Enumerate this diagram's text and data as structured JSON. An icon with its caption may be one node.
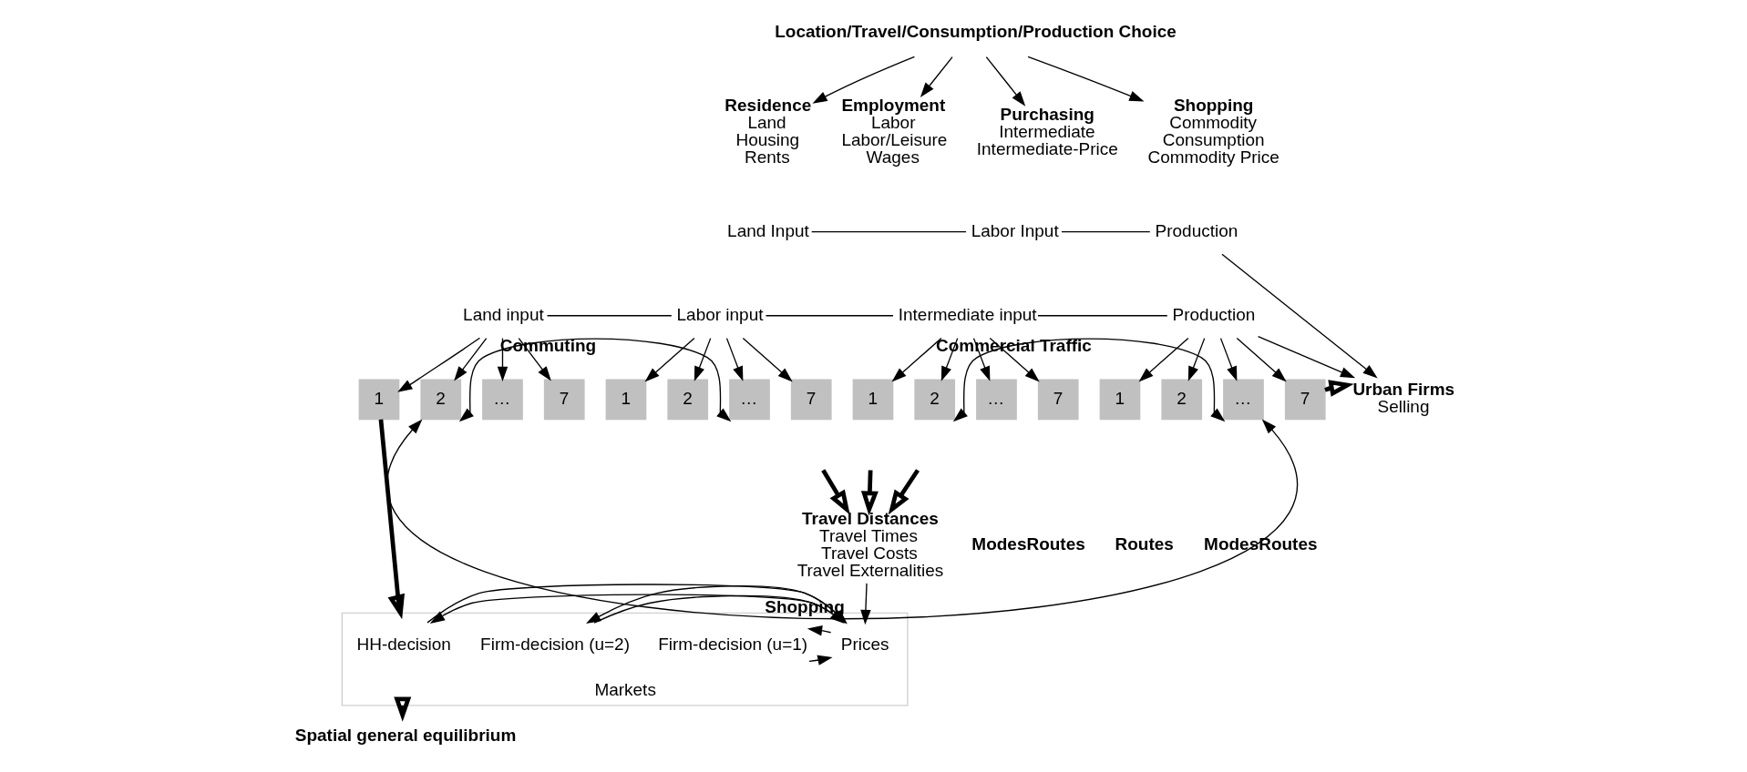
{
  "diagram": {
    "nodes": [
      {
        "text": [
          "Location/Travel/Consumption/Production Choice"
        ]
      },
      {
        "text": [
          "Residence",
          "Land",
          "Housing",
          "Rents"
        ]
      },
      {
        "text": [
          "Employment",
          "Labor",
          "Labor/Leisure",
          "Wages"
        ]
      },
      {
        "text": [
          "Purchasing",
          "Intermediate",
          "Intermediate-Price"
        ]
      },
      {
        "text": [
          "Shopping",
          "Commodity",
          "Consumption",
          "Commodity Price"
        ]
      },
      {
        "text": [
          "Markets"
        ]
      },
      {
        "text": [
          "HH-decision"
        ],
        "in": 5
      },
      {
        "text": [
          "Prices"
        ],
        "in": 5
      },
      {
        "text": [
          "Firm-decision (u=1)"
        ],
        "in": 5
      },
      {
        "text": [
          "Firm-decision (u=2)"
        ],
        "in": 5
      },
      {
        "text": [
          "Land Input"
        ]
      },
      {
        "text": [
          "Labor Input"
        ]
      },
      {
        "text": [
          "Production"
        ]
      },
      {
        "text": [
          "Land input"
        ]
      },
      {
        "text": [
          "Labor input"
        ]
      },
      {
        "text": [
          "Intermediate input"
        ]
      },
      {
        "text": [
          "Production"
        ]
      },
      {
        "text": [
          "Urban Firms",
          "Selling"
        ]
      },
      {
        "text": [
          "1"
        ]
      },
      {
        "text": [
          "2"
        ]
      },
      {
        "text": [
          "…"
        ]
      },
      {
        "text": [
          "7"
        ]
      },
      {
        "text": [
          "1"
        ]
      },
      {
        "text": [
          "2"
        ]
      },
      {
        "text": [
          "…"
        ]
      },
      {
        "text": [
          "7"
        ]
      },
      {
        "text": [
          "1"
        ]
      },
      {
        "text": [
          "2"
        ]
      },
      {
        "text": [
          "…"
        ]
      },
      {
        "text": [
          "7"
        ]
      },
      {
        "text": [
          "1"
        ]
      },
      {
        "text": [
          "2"
        ]
      },
      {
        "text": [
          "…"
        ]
      },
      {
        "text": [
          "7"
        ]
      },
      {
        "text": [
          "Spatial general equilibrium"
        ]
      },
      {
        "text": [
          "Travel Distances",
          "Travel Times",
          "Travel Costs",
          "Travel Externalities"
        ]
      }
    ],
    "edges": [
      {
        "from": 0,
        "to": 1,
        "arrow": "to"
      },
      {
        "from": 0,
        "to": 2,
        "arrow": "to"
      },
      {
        "from": 0,
        "to": 3,
        "arrow": "to"
      },
      {
        "from": 0,
        "to": 4,
        "arrow": "to"
      },
      {
        "from": 10,
        "to": 11,
        "arrow": "none"
      },
      {
        "from": 11,
        "to": 12,
        "arrow": "none"
      },
      {
        "from": 12,
        "to": 17,
        "arrow": "to"
      },
      {
        "from": 13,
        "to": 14,
        "arrow": "none"
      },
      {
        "from": 14,
        "to": 15,
        "arrow": "none"
      },
      {
        "from": 15,
        "to": 16,
        "arrow": "none"
      },
      {
        "from": 16,
        "to": 17,
        "arrow": "to"
      },
      {
        "from": 13,
        "to": 18,
        "arrow": "to"
      },
      {
        "from": 13,
        "to": 19,
        "arrow": "to"
      },
      {
        "from": 13,
        "to": 20,
        "arrow": "to"
      },
      {
        "from": 13,
        "to": 21,
        "arrow": "to"
      },
      {
        "from": 14,
        "to": 22,
        "arrow": "to"
      },
      {
        "from": 14,
        "to": 23,
        "arrow": "to"
      },
      {
        "from": 14,
        "to": 24,
        "arrow": "to"
      },
      {
        "from": 14,
        "to": 25,
        "arrow": "to"
      },
      {
        "from": 15,
        "to": 26,
        "arrow": "to"
      },
      {
        "from": 15,
        "to": 27,
        "arrow": "to"
      },
      {
        "from": 15,
        "to": 28,
        "arrow": "to"
      },
      {
        "from": 15,
        "to": 29,
        "arrow": "to"
      },
      {
        "from": 16,
        "to": 30,
        "arrow": "to"
      },
      {
        "from": 16,
        "to": 31,
        "arrow": "to"
      },
      {
        "from": 16,
        "to": 32,
        "arrow": "to"
      },
      {
        "from": 16,
        "to": 33,
        "arrow": "to"
      },
      {
        "from": 7,
        "to": 6,
        "arrow": "to"
      },
      {
        "from": 8,
        "to": 7,
        "arrow": "to"
      },
      {
        "from": 9,
        "to": 7,
        "arrow": "to"
      },
      {
        "from": 6,
        "to": 7,
        "arrow": "to"
      },
      {
        "from": 7,
        "to": 8,
        "arrow": "to"
      },
      {
        "from": 7,
        "to": 9,
        "arrow": "to"
      },
      {
        "from": 35,
        "to": 7,
        "arrow": "to"
      },
      {
        "from": 19,
        "to": 24,
        "arrow": "both",
        "label": "Commuting"
      },
      {
        "from": 27,
        "to": 32,
        "arrow": "both",
        "label": "Commercial Traffic"
      },
      {
        "from": 19,
        "to": 32,
        "arrow": "both",
        "label": "Shopping"
      },
      {
        "from": 18,
        "to": 5,
        "arrow": "to",
        "style": "thick"
      },
      {
        "from": 5,
        "to": 34,
        "arrow": "to",
        "style": "thick"
      },
      {
        "from": 33,
        "to": 17,
        "arrow": "to",
        "style": "thick"
      },
      {
        "from": null,
        "to": 35,
        "arrow": "to",
        "style": "thick"
      },
      {
        "from": null,
        "to": 35,
        "arrow": "to",
        "style": "thick"
      },
      {
        "from": null,
        "to": 35,
        "arrow": "to",
        "style": "thick"
      }
    ],
    "labels": [
      "ModesRoutes",
      "Routes",
      "ModesRoutes"
    ]
  }
}
